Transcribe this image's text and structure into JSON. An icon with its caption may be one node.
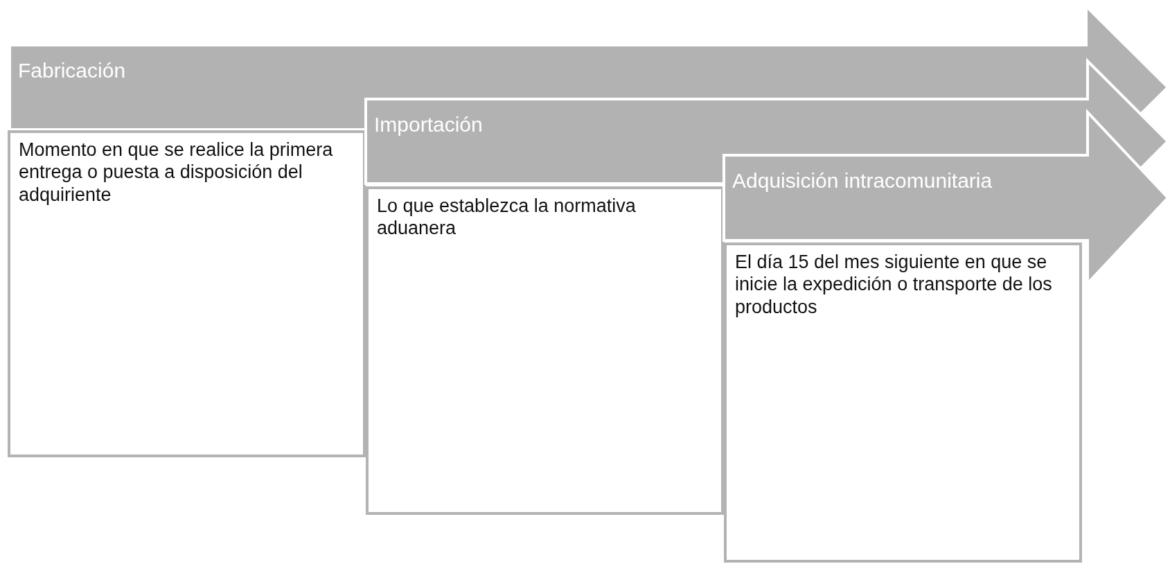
{
  "diagram": {
    "nodes": [
      {
        "text": [
          "Fabricación"
        ]
      },
      {
        "text": [
          "Momento en que se realice la primera entrega o puesta a disposición del adquiriente"
        ]
      },
      {
        "text": [
          "Importación"
        ]
      },
      {
        "text": [
          "Lo que establezca la normativa aduanera"
        ]
      },
      {
        "text": [
          "Adquisición intracomunitaria"
        ]
      },
      {
        "text": [
          "El día 15 del mes siguiente en que se inicie la expedición o transporte de los productos"
        ]
      }
    ]
  }
}
